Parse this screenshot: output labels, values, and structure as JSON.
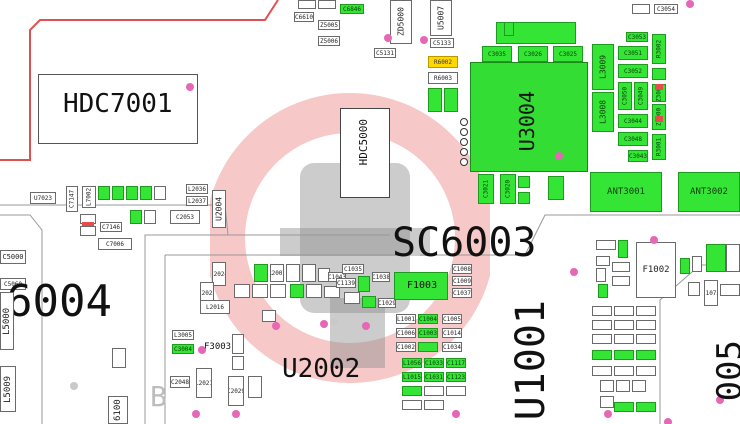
{
  "labels": {
    "hdc7001": "HDC7001",
    "hdc5000": "HDC5000",
    "sc6003": "SC6003",
    "u3004": "U3004",
    "u2002": "U2002",
    "u1001": "U1001",
    "u6004": "6004",
    "f1003": "F1003",
    "f1002": "F1002",
    "ant3001": "ANT3001",
    "ant3002": "ANT3002",
    "u2004": "U2004",
    "u7023": "U7023",
    "c7147": "C7147",
    "l7002": "L7002",
    "c7146": "C7146",
    "c7006": "C7006",
    "c2053": "C2053",
    "l2036": "L2036",
    "l2037": "L2037",
    "c2024": "C2024",
    "l2016": "L2016",
    "c2025": "C2025",
    "f3003": "F3003",
    "l3005": "L3005",
    "c3004": "C3004",
    "c2048": "C2048",
    "l2021": "L2021",
    "c2029": "C2029",
    "l5009": "L5009",
    "l5000": "L5000",
    "c5000": "C5000",
    "c5060": "C5060",
    "u6100": "6100",
    "l3009": "L3009",
    "l3008": "L3008",
    "c3035": "C3035",
    "c3026": "C3026",
    "c3025": "C3025",
    "c3051": "C3051",
    "c3052": "C3052",
    "c3044": "C3044",
    "c3048": "C3048",
    "c3043": "C3043",
    "c3050": "C3050",
    "c3049": "C3049",
    "r3002": "R3002",
    "r3001": "R3001",
    "z3000": "Z3000",
    "z3001": "Z3001",
    "c3021": "C3021",
    "c3020": "C3020",
    "r6002": "R6002",
    "r6003": "R6003",
    "zd5000": "ZD5000",
    "u5007": "U5007",
    "c5133": "C5133",
    "c5131": "C5131",
    "z5006": "Z5006",
    "c6610": "C6610",
    "c6846": "C6846",
    "z5005": "Z5005",
    "c3053": "C3053",
    "c3054": "C3054",
    "r2007": "R2007",
    "u_right": "005",
    "c1035": "C1035",
    "c1075": "C1075",
    "l1001": "L1001",
    "c1004": "C1004",
    "c1014": "C1014",
    "c1034": "C1034",
    "l1056": "L1056",
    "c1033": "C1033",
    "l1015": "L1015",
    "c1031": "C1031",
    "c1117": "C1117",
    "c1123": "C1123",
    "c1003": "C1003",
    "c1005": "C1005",
    "c1006": "C1006",
    "c1008": "C1008",
    "c1037": "C1037",
    "c1009": "C1009",
    "c1002": "C1002",
    "c1043": "C1043",
    "c1139": "C1139",
    "c1038": "C1038",
    "c1029": "C1029",
    "b_label": "B"
  }
}
